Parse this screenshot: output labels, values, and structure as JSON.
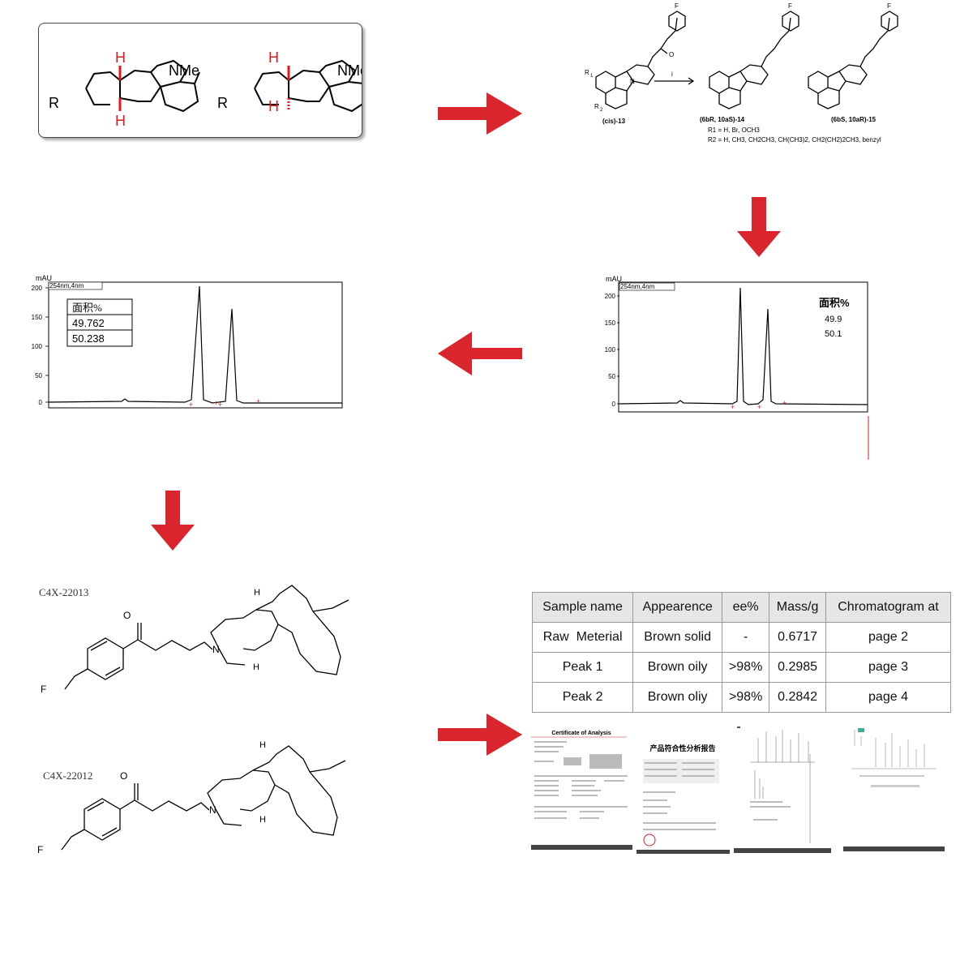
{
  "scheme1": {
    "r_label": "R",
    "nme_label": "NMe",
    "h_label": "H"
  },
  "scheme2": {
    "r1": "R",
    "r1_sub": "1",
    "r2": "R",
    "r2_sub": "2",
    "n_label": "N",
    "f_label": "F",
    "o_label": "O",
    "reagent": "i",
    "cmp13": "(cis)-13",
    "cmp14": "(6bR, 10aS)-14",
    "cmp15": "(6bS, 10aR)-15",
    "r1_def": "R1 = H, Br, OCH3",
    "r2_def": "R2 = H, CH3, CH2CH3, CH(CH3)2, CH2(CH2)2CH3, benzyl"
  },
  "hplc_right": {
    "unit": "mAU",
    "wavelength": "254nm,4nm",
    "yticks": [
      "200",
      "150",
      "100",
      "50",
      "0"
    ],
    "area_header": "面积%",
    "area_values": [
      "49.9",
      "50.1"
    ]
  },
  "hplc_left": {
    "unit": "mAU",
    "wavelength": "254nm,4nm",
    "yticks": [
      "200",
      "150",
      "100",
      "50",
      "0"
    ],
    "area_header": "面积%",
    "area_values": [
      "49.762",
      "50.238"
    ]
  },
  "compounds": {
    "top_label": "C4X-22013",
    "bottom_label": "C4X-22012",
    "atoms": {
      "o": "O",
      "f": "F",
      "n": "N",
      "h": "H"
    }
  },
  "summary_table": {
    "headers": [
      "Sample name",
      "Appearence",
      "ee%",
      "Mass/g",
      "Chromatogram at"
    ],
    "rows": [
      [
        "Raw  Meterial",
        "Brown solid",
        "-",
        "0.6717",
        "page 2"
      ],
      [
        "Peak 1",
        "Brown oily",
        ">98%",
        "0.2985",
        "page 3"
      ],
      [
        "Peak 2",
        "Brown oliy",
        ">98%",
        "0.2842",
        "page 4"
      ]
    ]
  },
  "documents": {
    "coa_title": "Certificate of Analysis",
    "report_title": "产品符合性分析报告"
  },
  "colors": {
    "arrow": "#d9252b",
    "stereo_red": "#e0191e"
  }
}
